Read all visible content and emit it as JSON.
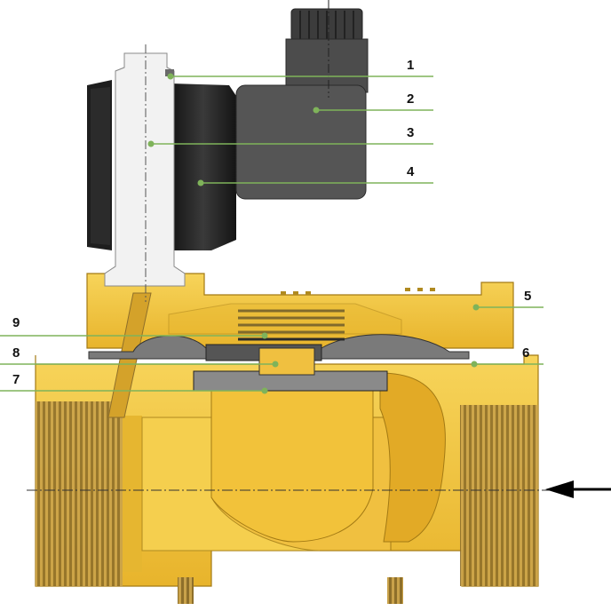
{
  "diagram": {
    "callouts": [
      {
        "number": "1"
      },
      {
        "number": "2"
      },
      {
        "number": "3"
      },
      {
        "number": "4"
      },
      {
        "number": "5"
      },
      {
        "number": "6"
      },
      {
        "number": "7"
      },
      {
        "number": "8"
      },
      {
        "number": "9"
      }
    ],
    "colors": {
      "brass": "#f2c23a",
      "brass_shadow": "#d9a620",
      "coil_black": "#1c1c1c",
      "connector_gray": "#4a4a4a",
      "tube_white": "#f4f4f4",
      "diaphragm_gray": "#6d6d6d",
      "leader_green": "#7fb35a",
      "flow_arrow": "#000000"
    }
  }
}
